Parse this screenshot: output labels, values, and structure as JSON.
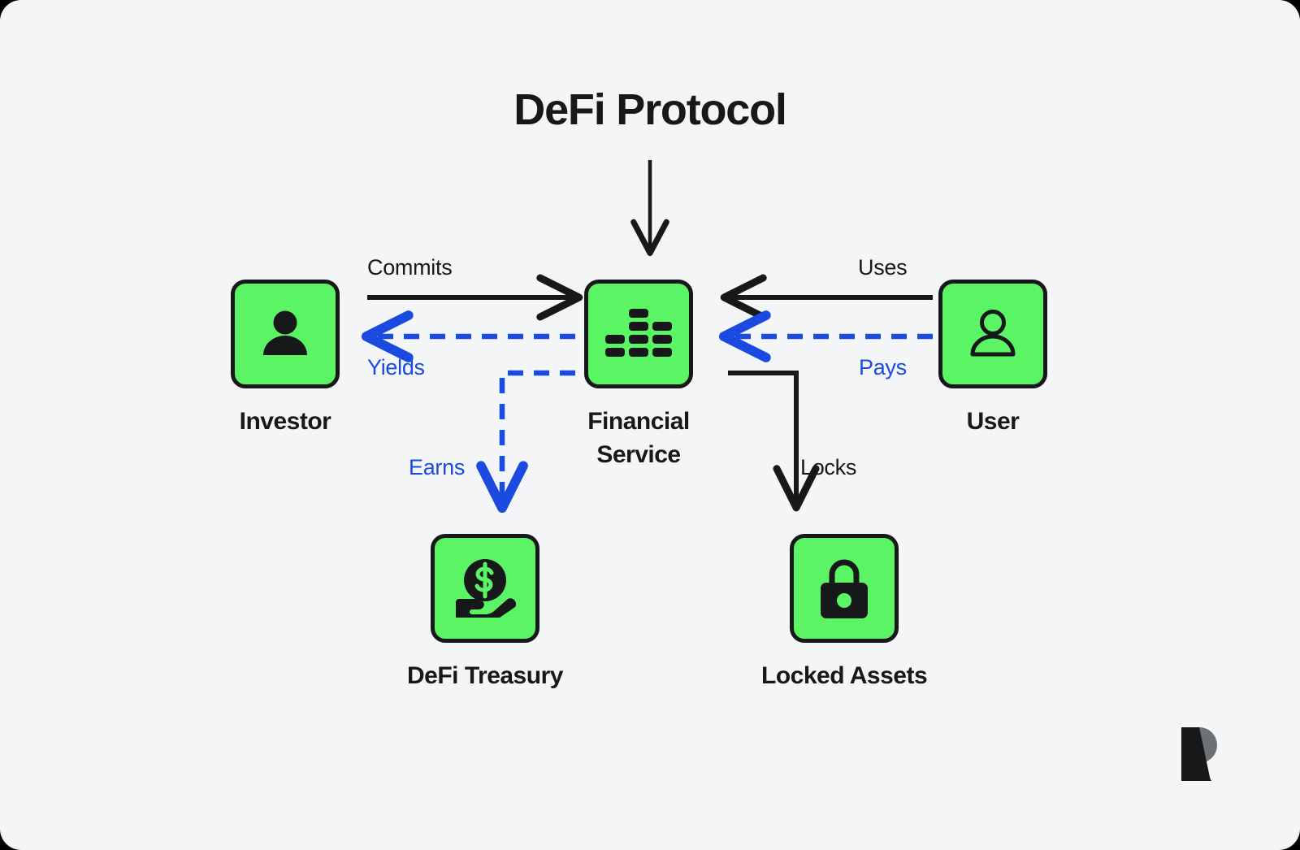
{
  "diagram": {
    "title": "DeFi Protocol",
    "background_color": "#f3f5f7",
    "accent_color": "#5bf464",
    "ink_color": "#17181a",
    "flow_color": "#1b4ae0",
    "nodes": [
      {
        "id": "investor",
        "label": "Investor",
        "icon": "person-filled-icon"
      },
      {
        "id": "service",
        "label": "Financial\nService",
        "icon": "bar-chart-icon"
      },
      {
        "id": "user",
        "label": "User",
        "icon": "person-outline-icon"
      },
      {
        "id": "treasury",
        "label": "DeFi Treasury",
        "icon": "hand-holding-dollar-icon"
      },
      {
        "id": "locked",
        "label": "Locked Assets",
        "icon": "padlock-icon"
      }
    ],
    "edges": [
      {
        "id": "protocol-to-service",
        "label": "",
        "style": "solid",
        "color": "#17181a",
        "from": "DeFi Protocol",
        "to": "Financial Service"
      },
      {
        "id": "commits",
        "label": "Commits",
        "style": "solid",
        "color": "#17181a",
        "from": "Investor",
        "to": "Financial Service"
      },
      {
        "id": "yields",
        "label": "Yields",
        "style": "dashed",
        "color": "#1b4ae0",
        "from": "Financial Service",
        "to": "Investor"
      },
      {
        "id": "earns",
        "label": "Earns",
        "style": "dashed",
        "color": "#1b4ae0",
        "from": "Financial Service",
        "to": "DeFi Treasury"
      },
      {
        "id": "uses",
        "label": "Uses",
        "style": "solid",
        "color": "#17181a",
        "from": "User",
        "to": "Financial Service"
      },
      {
        "id": "pays",
        "label": "Pays",
        "style": "dashed",
        "color": "#1b4ae0",
        "from": "User",
        "to": "Financial Service"
      },
      {
        "id": "locks",
        "label": "Locks",
        "style": "solid",
        "color": "#17181a",
        "from": "Financial Service",
        "to": "Locked Assets"
      }
    ],
    "logo": {
      "name": "r-mark-logo",
      "dark": "#17181a",
      "light": "#6e7173"
    }
  }
}
